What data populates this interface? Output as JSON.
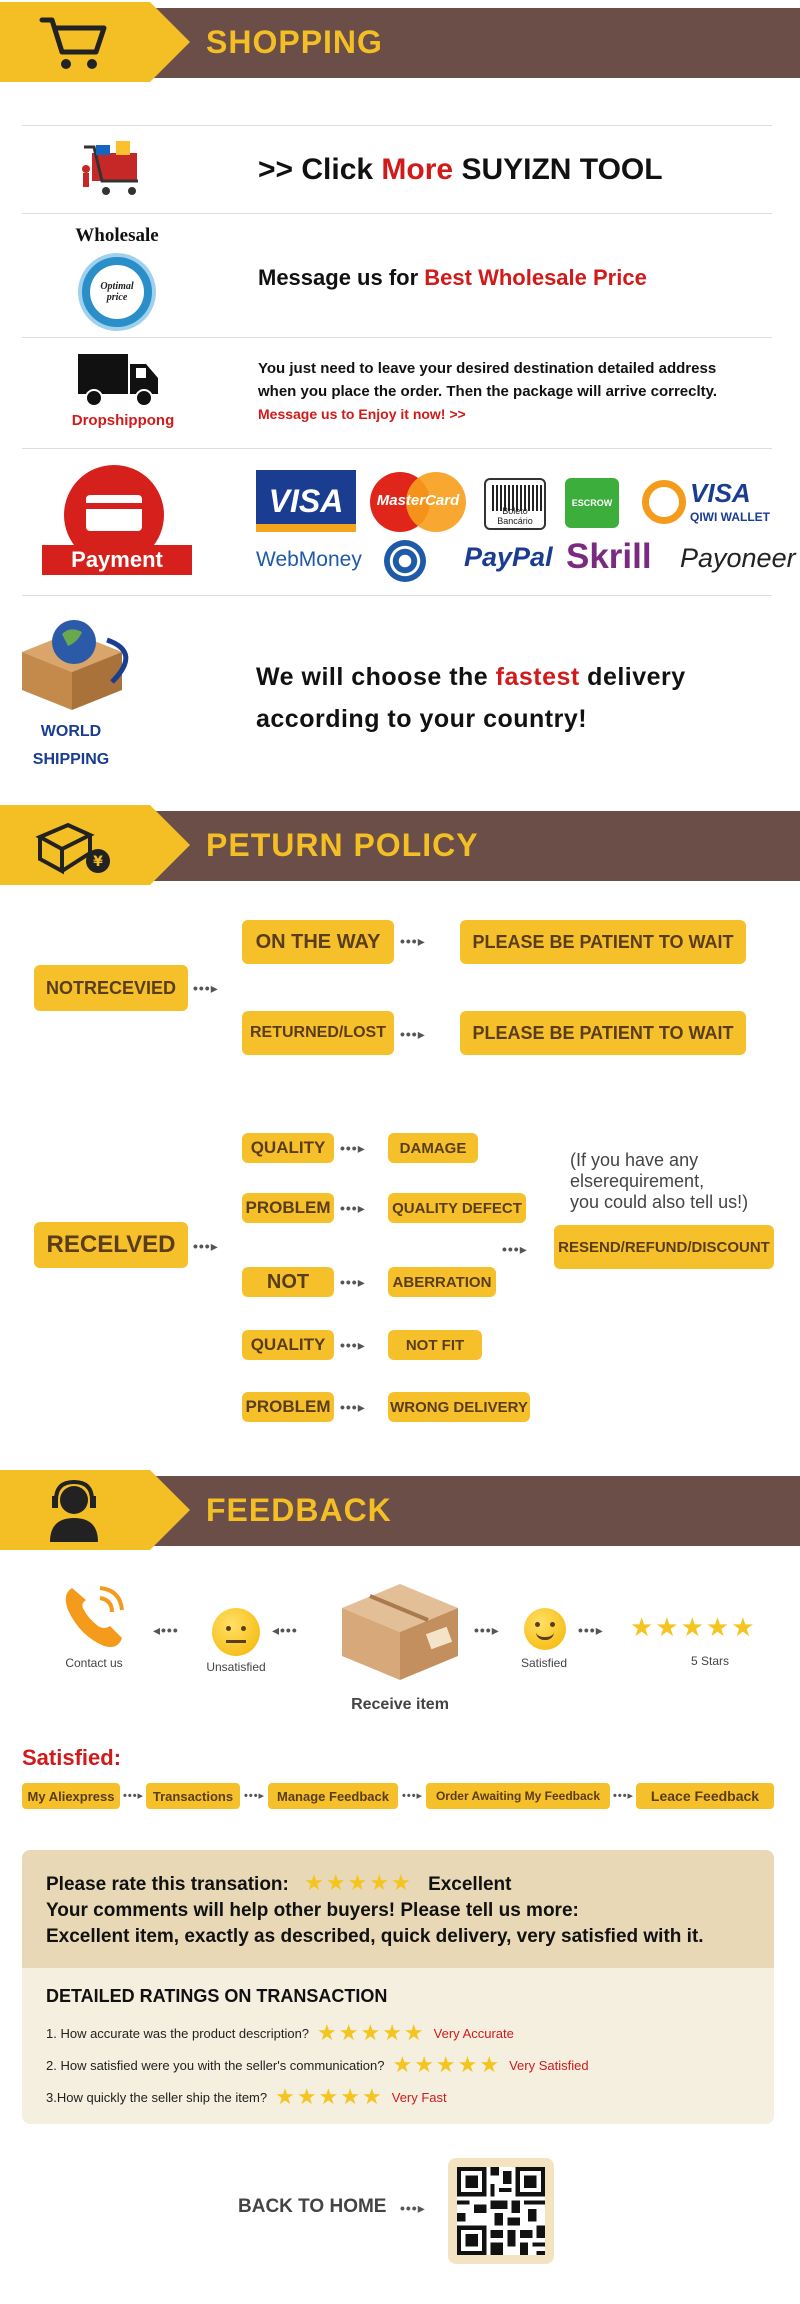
{
  "shopping": {
    "title": "SHOPPING",
    "more_prefix": ">> Click ",
    "more_highlight": "More",
    "more_suffix": " SUYIZN TOOL",
    "wholesale_badge_top": "Wholesale",
    "wholesale_badge_mid": "Optimal",
    "wholesale_badge_bot": "price",
    "wholesale_prefix": "Message us for ",
    "wholesale_highlight": "Best Wholesale Price",
    "dropship_label": "Dropshippong",
    "dropship_line1": "You just need to leave your desired destination detailed address",
    "dropship_line2": "when you place the order. Then the package will arrive correclty.",
    "dropship_line3": "Message us to Enjoy it now! >>",
    "payment_label": "Payment",
    "pay_visa": "VISA",
    "pay_mastercard": "MasterCard",
    "pay_boleto": "Boleto Bancário",
    "pay_escrow": "ESCROW",
    "pay_qiwi": "VISA",
    "pay_qiwi_sub": "QIWI WALLET",
    "pay_webmoney": "WebMoney",
    "pay_paypal": "PayPal",
    "pay_skrill": "Skrill",
    "pay_payoneer": "Payoneer",
    "world_label1": "WORLD",
    "world_label2": "SHIPPING",
    "delivery_line1_prefix": "We will choose the ",
    "delivery_line1_highlight": "fastest",
    "delivery_line1_suffix": " delivery",
    "delivery_line2": "according to your country!"
  },
  "return": {
    "title": "PETURN POLICY",
    "not_received": "NOTRECEVIED",
    "on_the_way": "ON THE WAY",
    "returned_lost": "RETURNED/LOST",
    "patient1": "PLEASE BE PATIENT TO WAIT",
    "patient2": "PLEASE BE PATIENT TO WAIT",
    "received": "RECELVED",
    "left_labels": [
      "QUALITY",
      "PROBLEM",
      "NOT",
      "QUALITY",
      "PROBLEM"
    ],
    "right_labels": [
      "DAMAGE",
      "QUALITY DEFECT",
      "ABERRATION",
      "NOT FIT",
      "WRONG DELIVERY"
    ],
    "note_line1": "(If you have any",
    "note_line2": "elserequirement,",
    "note_line3": "you could also tell us!)",
    "resend": "RESEND/REFUND/DISCOUNT",
    "arrow": "•••▸"
  },
  "feedback": {
    "title": "FEEDBACK",
    "contact": "Contact us",
    "unsatisfied": "Unsatisfied",
    "receive": "Receive item",
    "satisfied": "Satisfied",
    "five_stars": "5 Stars",
    "arrow_left": "◂•••",
    "arrow_right": "•••▸",
    "satisfied_title": "Satisfied:",
    "steps": [
      "My Aliexpress",
      "Transactions",
      "Manage Feedback",
      "Order Awaiting My Feedback",
      "Leace Feedback"
    ],
    "rate_line1": "Please rate this transation:",
    "rate_excellent": "Excellent",
    "rate_line2": "Your comments will help other buyers! Please tell us more:",
    "rate_line3": "Excellent item, exactly as described, quick delivery, very satisfied with it.",
    "detailed_title": "DETAILED RATINGS ON TRANSACTION",
    "questions": [
      {
        "q": "1. How accurate was the product description?",
        "a": "Very Accurate"
      },
      {
        "q": "2. How satisfied were you with the seller's communication?",
        "a": "Very Satisfied"
      },
      {
        "q": "3.How quickly the seller ship the item?",
        "a": "Very Fast"
      }
    ],
    "back_home": "BACK TO HOME",
    "stars": "★★★★★"
  },
  "colors": {
    "yellow": "#f4bf25",
    "brown": "#6a4e47",
    "red": "#d11a1a"
  }
}
